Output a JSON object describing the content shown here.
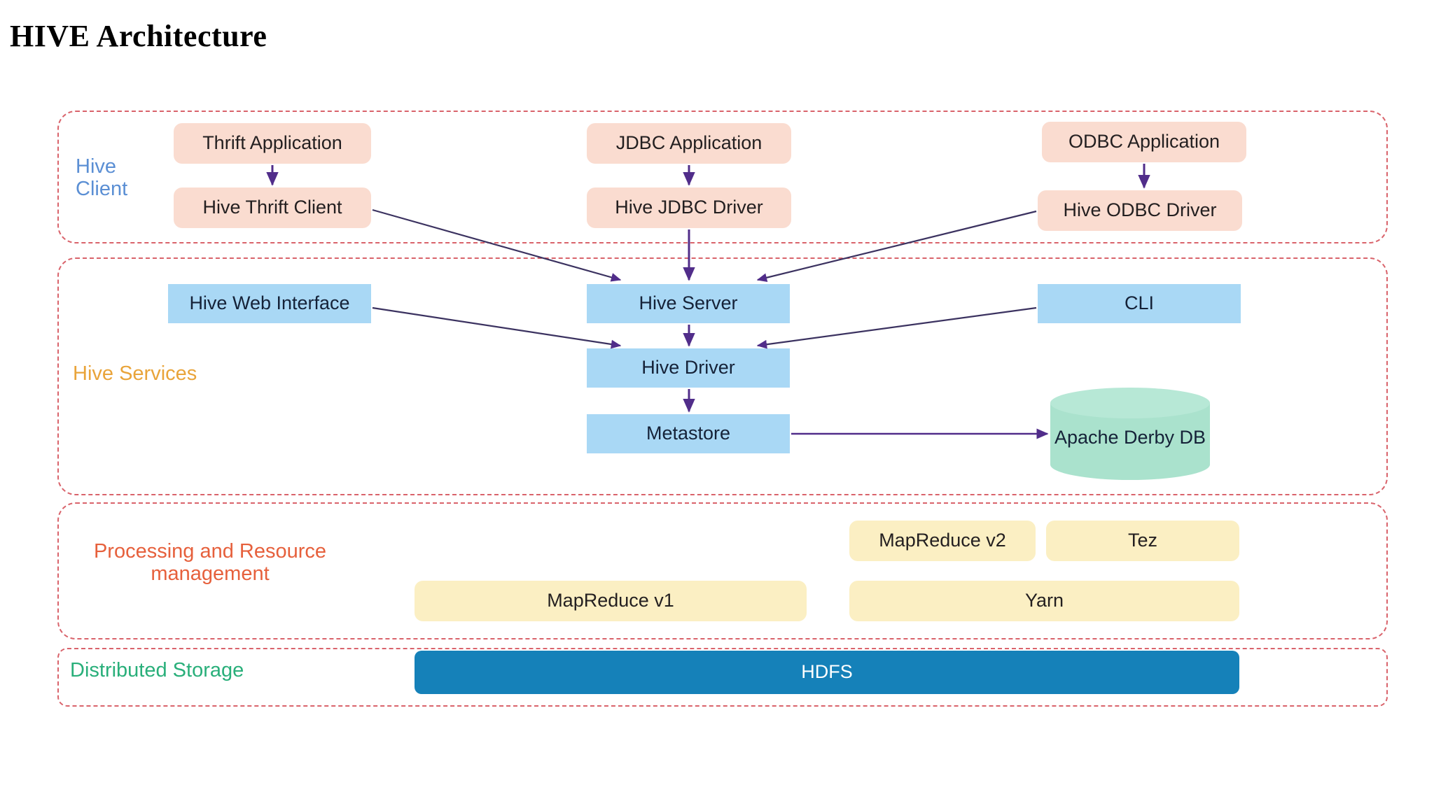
{
  "page": {
    "title": "HIVE Architecture"
  },
  "colors": {
    "section_border": "#d9636b",
    "client_label": "#5b8fd4",
    "services_label": "#e9a43a",
    "processing_label": "#e6603c",
    "storage_label": "#29af7a",
    "client_box": "#fadcd0",
    "services_box": "#a9d8f5",
    "processing_box": "#fbefc3",
    "hdfs_box": "#1581b9",
    "derby_cylinder": "#aae2cd",
    "arrow": "#512d8a"
  },
  "sections": [
    {
      "id": "hive-client",
      "label": "Hive\nClient",
      "nodes": [
        {
          "id": "thrift-application",
          "label": "Thrift Application"
        },
        {
          "id": "hive-thrift-client",
          "label": "Hive Thrift Client"
        },
        {
          "id": "jdbc-application",
          "label": "JDBC Application"
        },
        {
          "id": "hive-jdbc-driver",
          "label": "Hive JDBC Driver"
        },
        {
          "id": "odbc-application",
          "label": "ODBC Application"
        },
        {
          "id": "hive-odbc-driver",
          "label": "Hive ODBC Driver"
        }
      ]
    },
    {
      "id": "hive-services",
      "label": "Hive Services",
      "nodes": [
        {
          "id": "hive-web-interface",
          "label": "Hive Web Interface"
        },
        {
          "id": "hive-server",
          "label": "Hive Server"
        },
        {
          "id": "cli",
          "label": "CLI"
        },
        {
          "id": "hive-driver",
          "label": "Hive Driver"
        },
        {
          "id": "metastore",
          "label": "Metastore"
        },
        {
          "id": "apache-derby-db",
          "label": "Apache Derby\nDB"
        }
      ]
    },
    {
      "id": "processing-and-resource-management",
      "label": "Processing and Resource\nmanagement",
      "nodes": [
        {
          "id": "mapreduce-v2",
          "label": "MapReduce v2"
        },
        {
          "id": "tez",
          "label": "Tez"
        },
        {
          "id": "mapreduce-v1",
          "label": "MapReduce v1"
        },
        {
          "id": "yarn",
          "label": "Yarn"
        }
      ]
    },
    {
      "id": "distributed-storage",
      "label": "Distributed Storage",
      "nodes": [
        {
          "id": "hdfs",
          "label": "HDFS"
        }
      ]
    }
  ],
  "connections": [
    {
      "from": "thrift-application",
      "to": "hive-thrift-client"
    },
    {
      "from": "jdbc-application",
      "to": "hive-jdbc-driver"
    },
    {
      "from": "odbc-application",
      "to": "hive-odbc-driver"
    },
    {
      "from": "hive-thrift-client",
      "to": "hive-server"
    },
    {
      "from": "hive-jdbc-driver",
      "to": "hive-server"
    },
    {
      "from": "hive-odbc-driver",
      "to": "hive-server"
    },
    {
      "from": "hive-web-interface",
      "to": "hive-driver"
    },
    {
      "from": "cli",
      "to": "hive-driver"
    },
    {
      "from": "hive-server",
      "to": "hive-driver"
    },
    {
      "from": "hive-driver",
      "to": "metastore"
    },
    {
      "from": "metastore",
      "to": "apache-derby-db"
    }
  ]
}
